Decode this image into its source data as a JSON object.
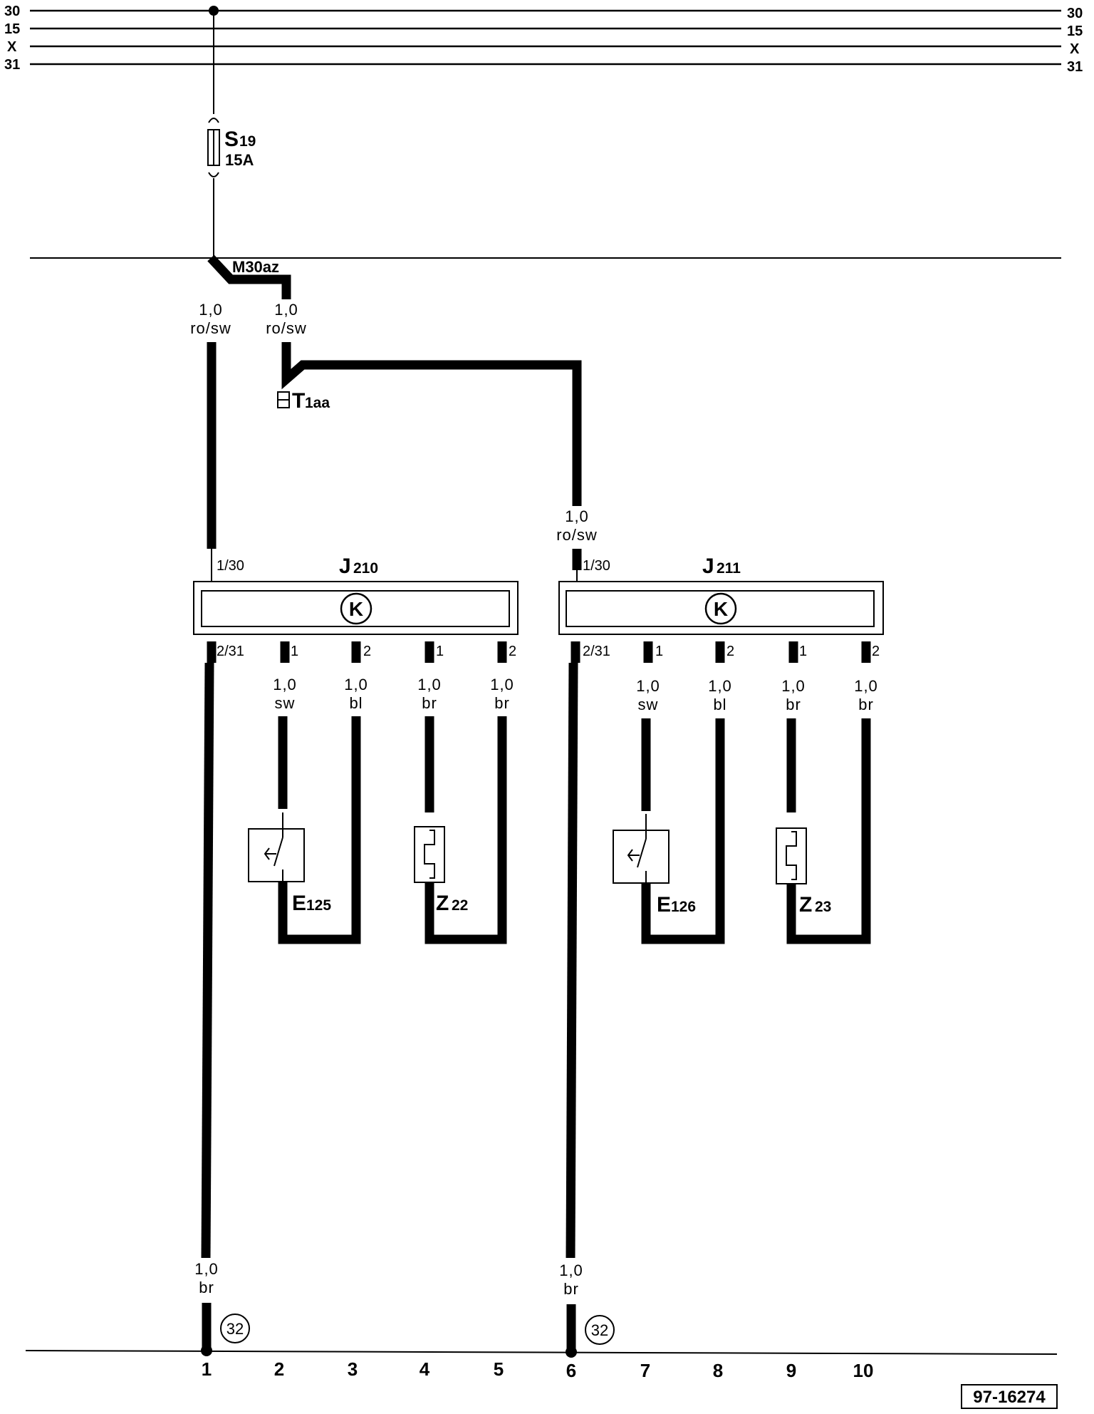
{
  "bus": {
    "lines": [
      {
        "left": "30",
        "right": "30"
      },
      {
        "left": "15",
        "right": "15"
      },
      {
        "left": "X",
        "right": "X"
      },
      {
        "left": "31",
        "right": "31"
      }
    ]
  },
  "fuse": {
    "id": "S",
    "sub": "19",
    "rating": "15A"
  },
  "junction": {
    "label": "M30az"
  },
  "connector": {
    "id": "T",
    "sub": "1aa"
  },
  "wire_ro_sw": {
    "size": "1,0",
    "color": "ro/sw"
  },
  "relays": [
    {
      "id": "J",
      "sub": "210",
      "pin_in": "1/30",
      "pin_gnd": "2/31",
      "pins": [
        "1",
        "2",
        "1",
        "2"
      ],
      "wires": [
        {
          "size": "1,0",
          "color": "sw"
        },
        {
          "size": "1,0",
          "color": "bl"
        },
        {
          "size": "1,0",
          "color": "br"
        },
        {
          "size": "1,0",
          "color": "br"
        }
      ],
      "switch": {
        "id": "E",
        "sub": "125"
      },
      "heater": {
        "id": "Z",
        "sub": "22"
      },
      "ground_wire": {
        "size": "1,0",
        "color": "br"
      },
      "ground_point": "32"
    },
    {
      "id": "J",
      "sub": "211",
      "pin_in": "1/30",
      "pin_gnd": "2/31",
      "pins": [
        "1",
        "2",
        "1",
        "2"
      ],
      "wires": [
        {
          "size": "1,0",
          "color": "sw"
        },
        {
          "size": "1,0",
          "color": "bl"
        },
        {
          "size": "1,0",
          "color": "br"
        },
        {
          "size": "1,0",
          "color": "br"
        }
      ],
      "switch": {
        "id": "E",
        "sub": "126"
      },
      "heater": {
        "id": "Z",
        "sub": "23"
      },
      "ground_wire": {
        "size": "1,0",
        "color": "br"
      },
      "ground_point": "32"
    }
  ],
  "relay_symbol": "K",
  "columns": [
    "1",
    "2",
    "3",
    "4",
    "5",
    "6",
    "7",
    "8",
    "9",
    "10"
  ],
  "reference": "97-16274"
}
